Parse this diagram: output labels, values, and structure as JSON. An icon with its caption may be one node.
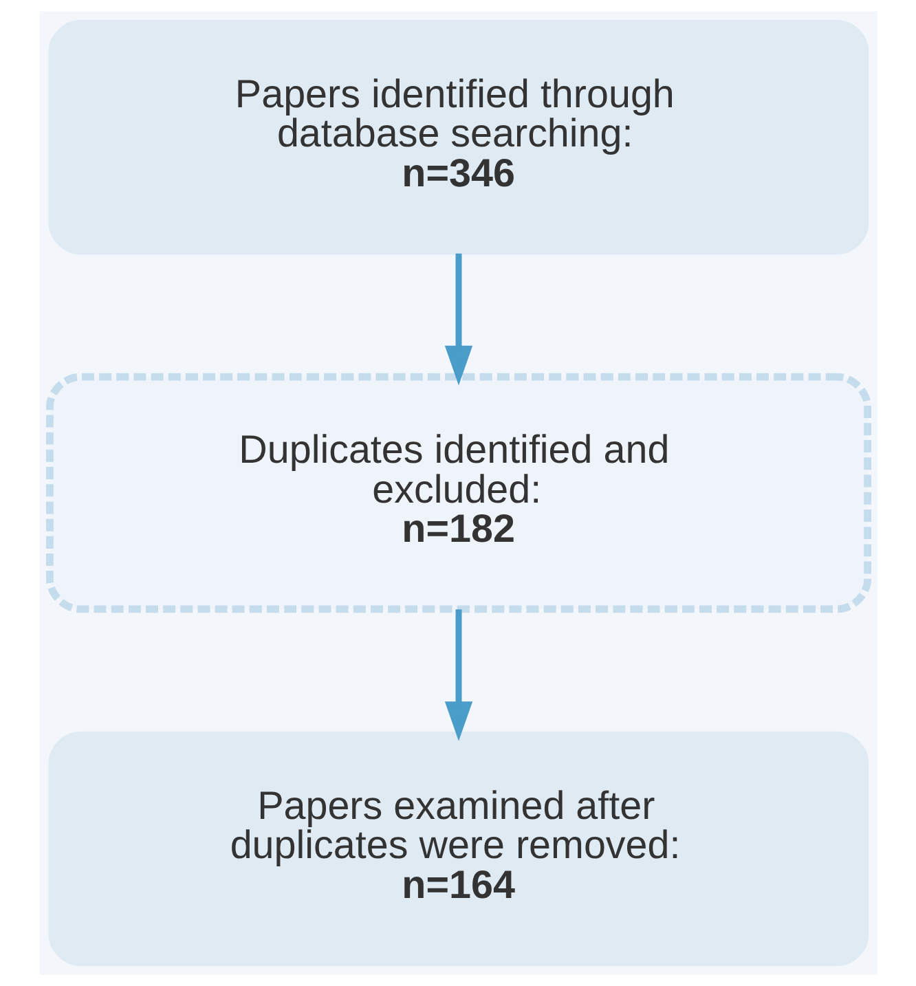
{
  "diagram": {
    "nodes": [
      {
        "text": [
          "Papers identified through database searching:",
          "n=346"
        ]
      },
      {
        "text": [
          "Duplicates identified and excluded:",
          "n=182"
        ]
      },
      {
        "text": [
          "Papers examined after duplicates were removed:",
          "n=164"
        ]
      }
    ],
    "edges": [
      {
        "from": 0,
        "to": 1,
        "arrow": "to"
      },
      {
        "from": 1,
        "to": 2,
        "arrow": "to"
      }
    ]
  }
}
